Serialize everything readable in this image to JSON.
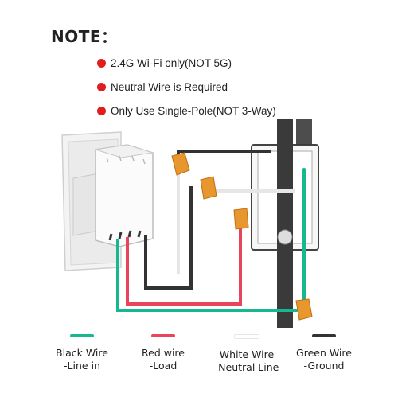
{
  "note": {
    "title": "NOTE：",
    "items": [
      "2.4G Wi-Fi only(NOT 5G)",
      "Neutral Wire is Required",
      "Only Use Single-Pole(NOT 3-Way)"
    ]
  },
  "legend": [
    {
      "line1": "Black Wire",
      "line2": "-Line in",
      "color": "#17b890"
    },
    {
      "line1": "Red wire",
      "line2": "-Load",
      "color": "#e8455c"
    },
    {
      "line1": "White Wire",
      "line2": "-Neutral Line",
      "color": "#ffffff"
    },
    {
      "line1": "Green Wire",
      "line2": "-Ground",
      "color": "#333333"
    }
  ],
  "colors": {
    "bullet": "#e01e1e",
    "wire_nut": "#e8962e",
    "wire_black": "#333333",
    "wire_green": "#17b890",
    "wire_red": "#e8455c"
  }
}
